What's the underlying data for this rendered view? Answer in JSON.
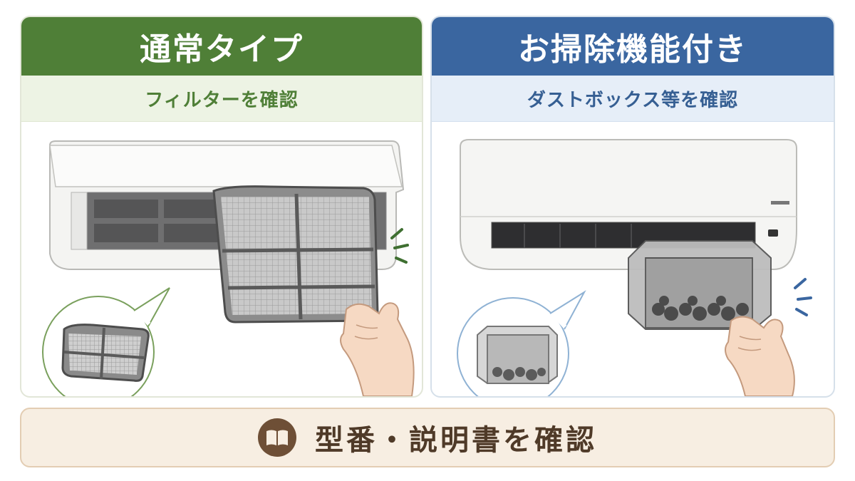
{
  "left_panel": {
    "title": "通常タイプ",
    "subtitle": "フィルターを確認",
    "header_color": "#4f7f37",
    "parts": [
      "air-conditioner",
      "filter",
      "hand",
      "callout-filter"
    ]
  },
  "right_panel": {
    "title": "お掃除機能付き",
    "subtitle": "ダストボックス等を確認",
    "header_color": "#3a66a0",
    "parts": [
      "air-conditioner",
      "dust-box",
      "hand",
      "callout-dust-box"
    ]
  },
  "footer": {
    "text": "型番・説明書を確認",
    "icon": "book-icon",
    "color": "#6e4f36"
  }
}
